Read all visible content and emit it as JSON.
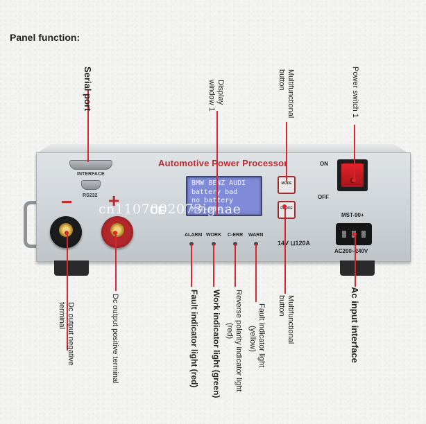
{
  "heading": "Panel function:",
  "device": {
    "brand": "Automotive Power Processor",
    "interface_label": "INTERFACE",
    "rs232_label": "RS232",
    "minus_sign": "−",
    "plus_sign": "+",
    "ce_mark": "CE",
    "lcd_lines": [
      "BMW BENZ AUDI",
      "battery bad",
      "no battery",
      "MST-90+"
    ],
    "mode_button": "MODE",
    "force_button": "FORCE",
    "led_labels": [
      "ALARM",
      "WORK",
      "C-ERR",
      "WARN"
    ],
    "rating": "14V ⊔120A",
    "on_label": "ON",
    "off_label": "OFF",
    "model": "MST-90+",
    "ac_label": "AC200~240V"
  },
  "watermark": "cn1107002073ignae",
  "callouts": {
    "serial_port": "Serial port",
    "display_1": "Display",
    "display_2": "window 1",
    "multi_top_1": "Multifunctional",
    "multi_top_2": "button",
    "power_switch_1": "Power switch 1",
    "dc_neg_1": "Dc output negative",
    "dc_neg_2": "terminal",
    "dc_pos": "Dc output positive terminal",
    "fault_red": "Fault indicator light (red)",
    "work_green": "Work indicator light (green)",
    "reverse_1": "Reverse polarity indicator light",
    "reverse_2": "(red)",
    "fault_yellow_1": "Fault indicator light",
    "fault_yellow_2": "(yellow)",
    "multi_bottom_1": "Multifunctional",
    "multi_bottom_2": "button",
    "ac_input": "Ac input interface"
  }
}
